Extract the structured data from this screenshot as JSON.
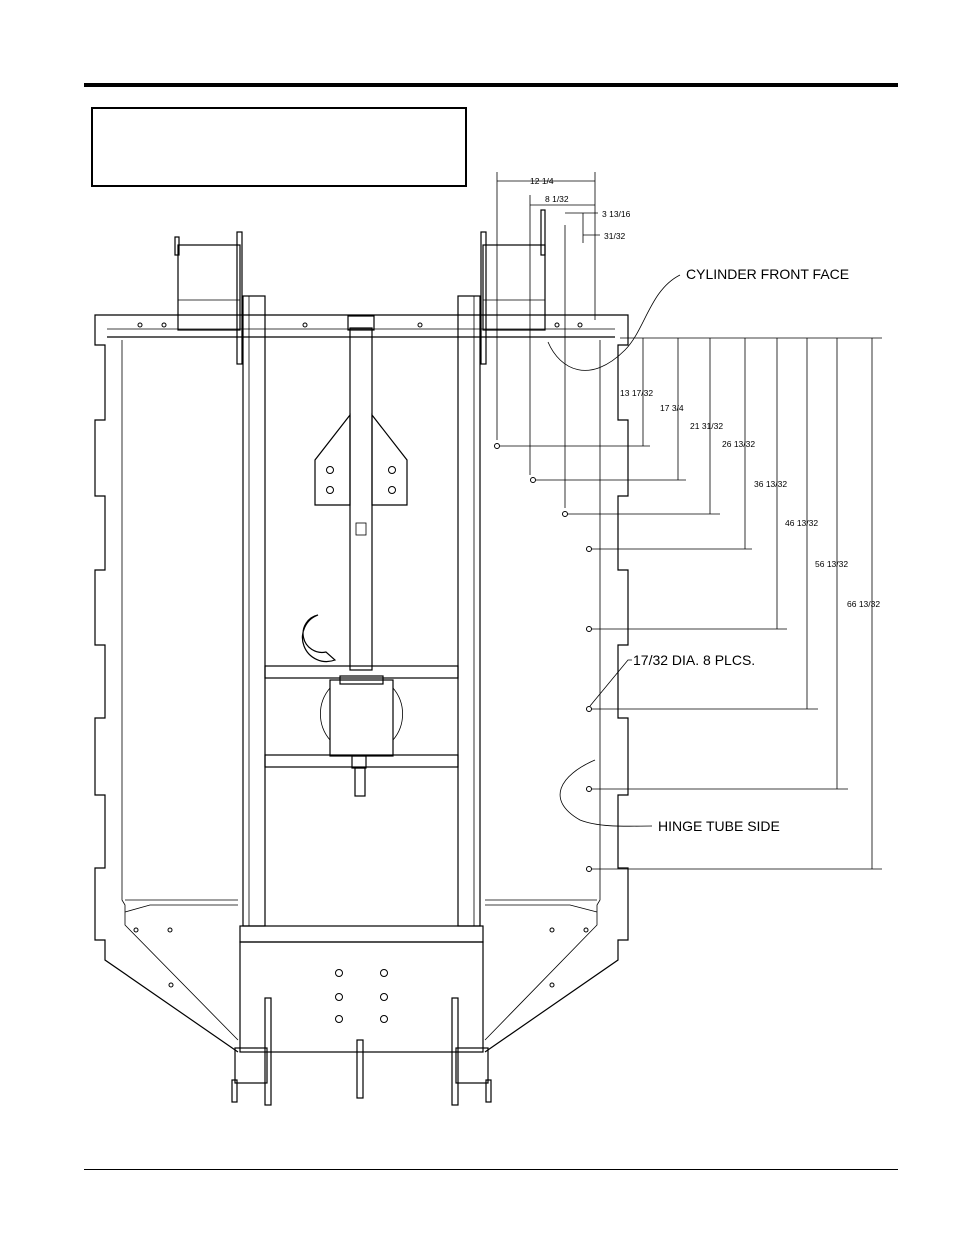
{
  "callouts": {
    "cylinder_front_face": "CYLINDER FRONT FACE",
    "hole_note": "17/32 DIA. 8 PLCS.",
    "hinge_tube_side": "HINGE TUBE SIDE"
  },
  "horizontal_dims": [
    "12 1/4",
    "8 1/32",
    "3 13/16",
    "31/32"
  ],
  "vertical_dims": [
    "13 17/32",
    "17 3/4",
    "21 31/32",
    "26 13/32",
    "36 13/32",
    "46 13/32",
    "56 13/32",
    "66 13/32"
  ]
}
